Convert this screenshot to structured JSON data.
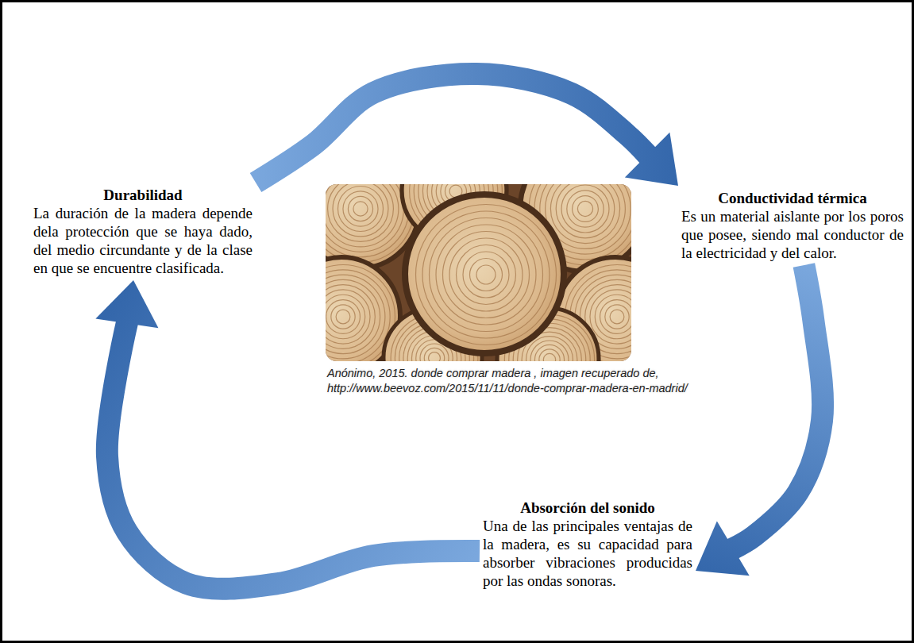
{
  "diagram": {
    "nodes": [
      {
        "text": [
          "Durabilidad",
          "La duración de la madera depende dela protección que se haya dado, del medio circundante y de la clase en que se encuentre clasificada."
        ]
      },
      {
        "text": [
          "Conductividad térmica",
          "Es un material aislante por los poros que posee, siendo mal conductor de la electricidad y del calor."
        ]
      },
      {
        "text": [
          "Absorción del sonido",
          "Una de las principales ventajas de la madera, es su capacidad para absorber vibraciones producidas por las ondas sonoras."
        ]
      }
    ],
    "edges": [
      {
        "from": 0,
        "to": 1,
        "arrow": "to"
      },
      {
        "from": 1,
        "to": 2,
        "arrow": "to"
      },
      {
        "from": 2,
        "to": 0,
        "arrow": "to"
      }
    ],
    "labels": [
      "Anónimo, 2015. donde comprar madera , imagen recuperado de, http://www.beevoz.com/2015/11/11/donde-comprar-madera-en-madrid/"
    ]
  }
}
